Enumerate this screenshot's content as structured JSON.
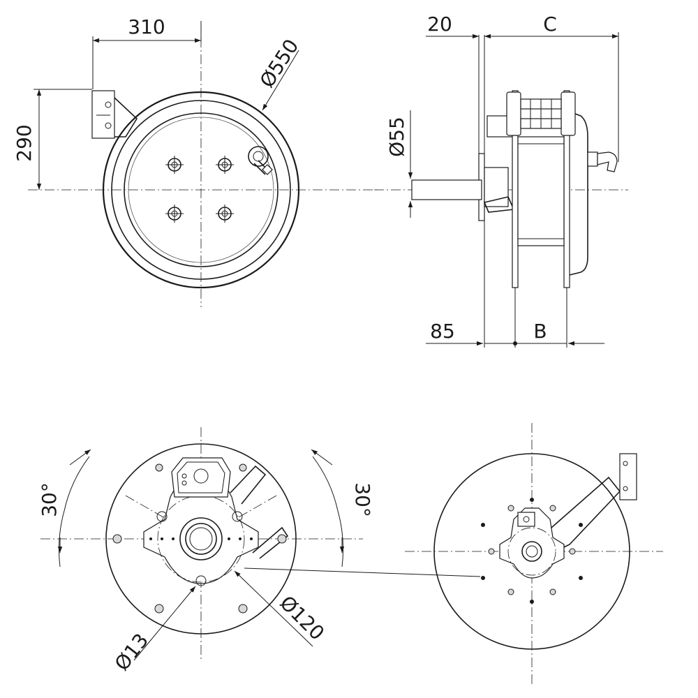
{
  "drawing": {
    "front_view": {
      "dim_width": "310",
      "dim_height": "290",
      "dim_diameter": "Ø550"
    },
    "side_view": {
      "dim_offset_top": "20",
      "dim_c": "C",
      "dim_shaft": "Ø55",
      "dim_offset_bottom": "85",
      "dim_b": "B"
    },
    "rear_view": {
      "angle_left": "30°",
      "angle_right": "30°",
      "dim_hole": "Ø13",
      "dim_pcd": "Ø120"
    }
  }
}
